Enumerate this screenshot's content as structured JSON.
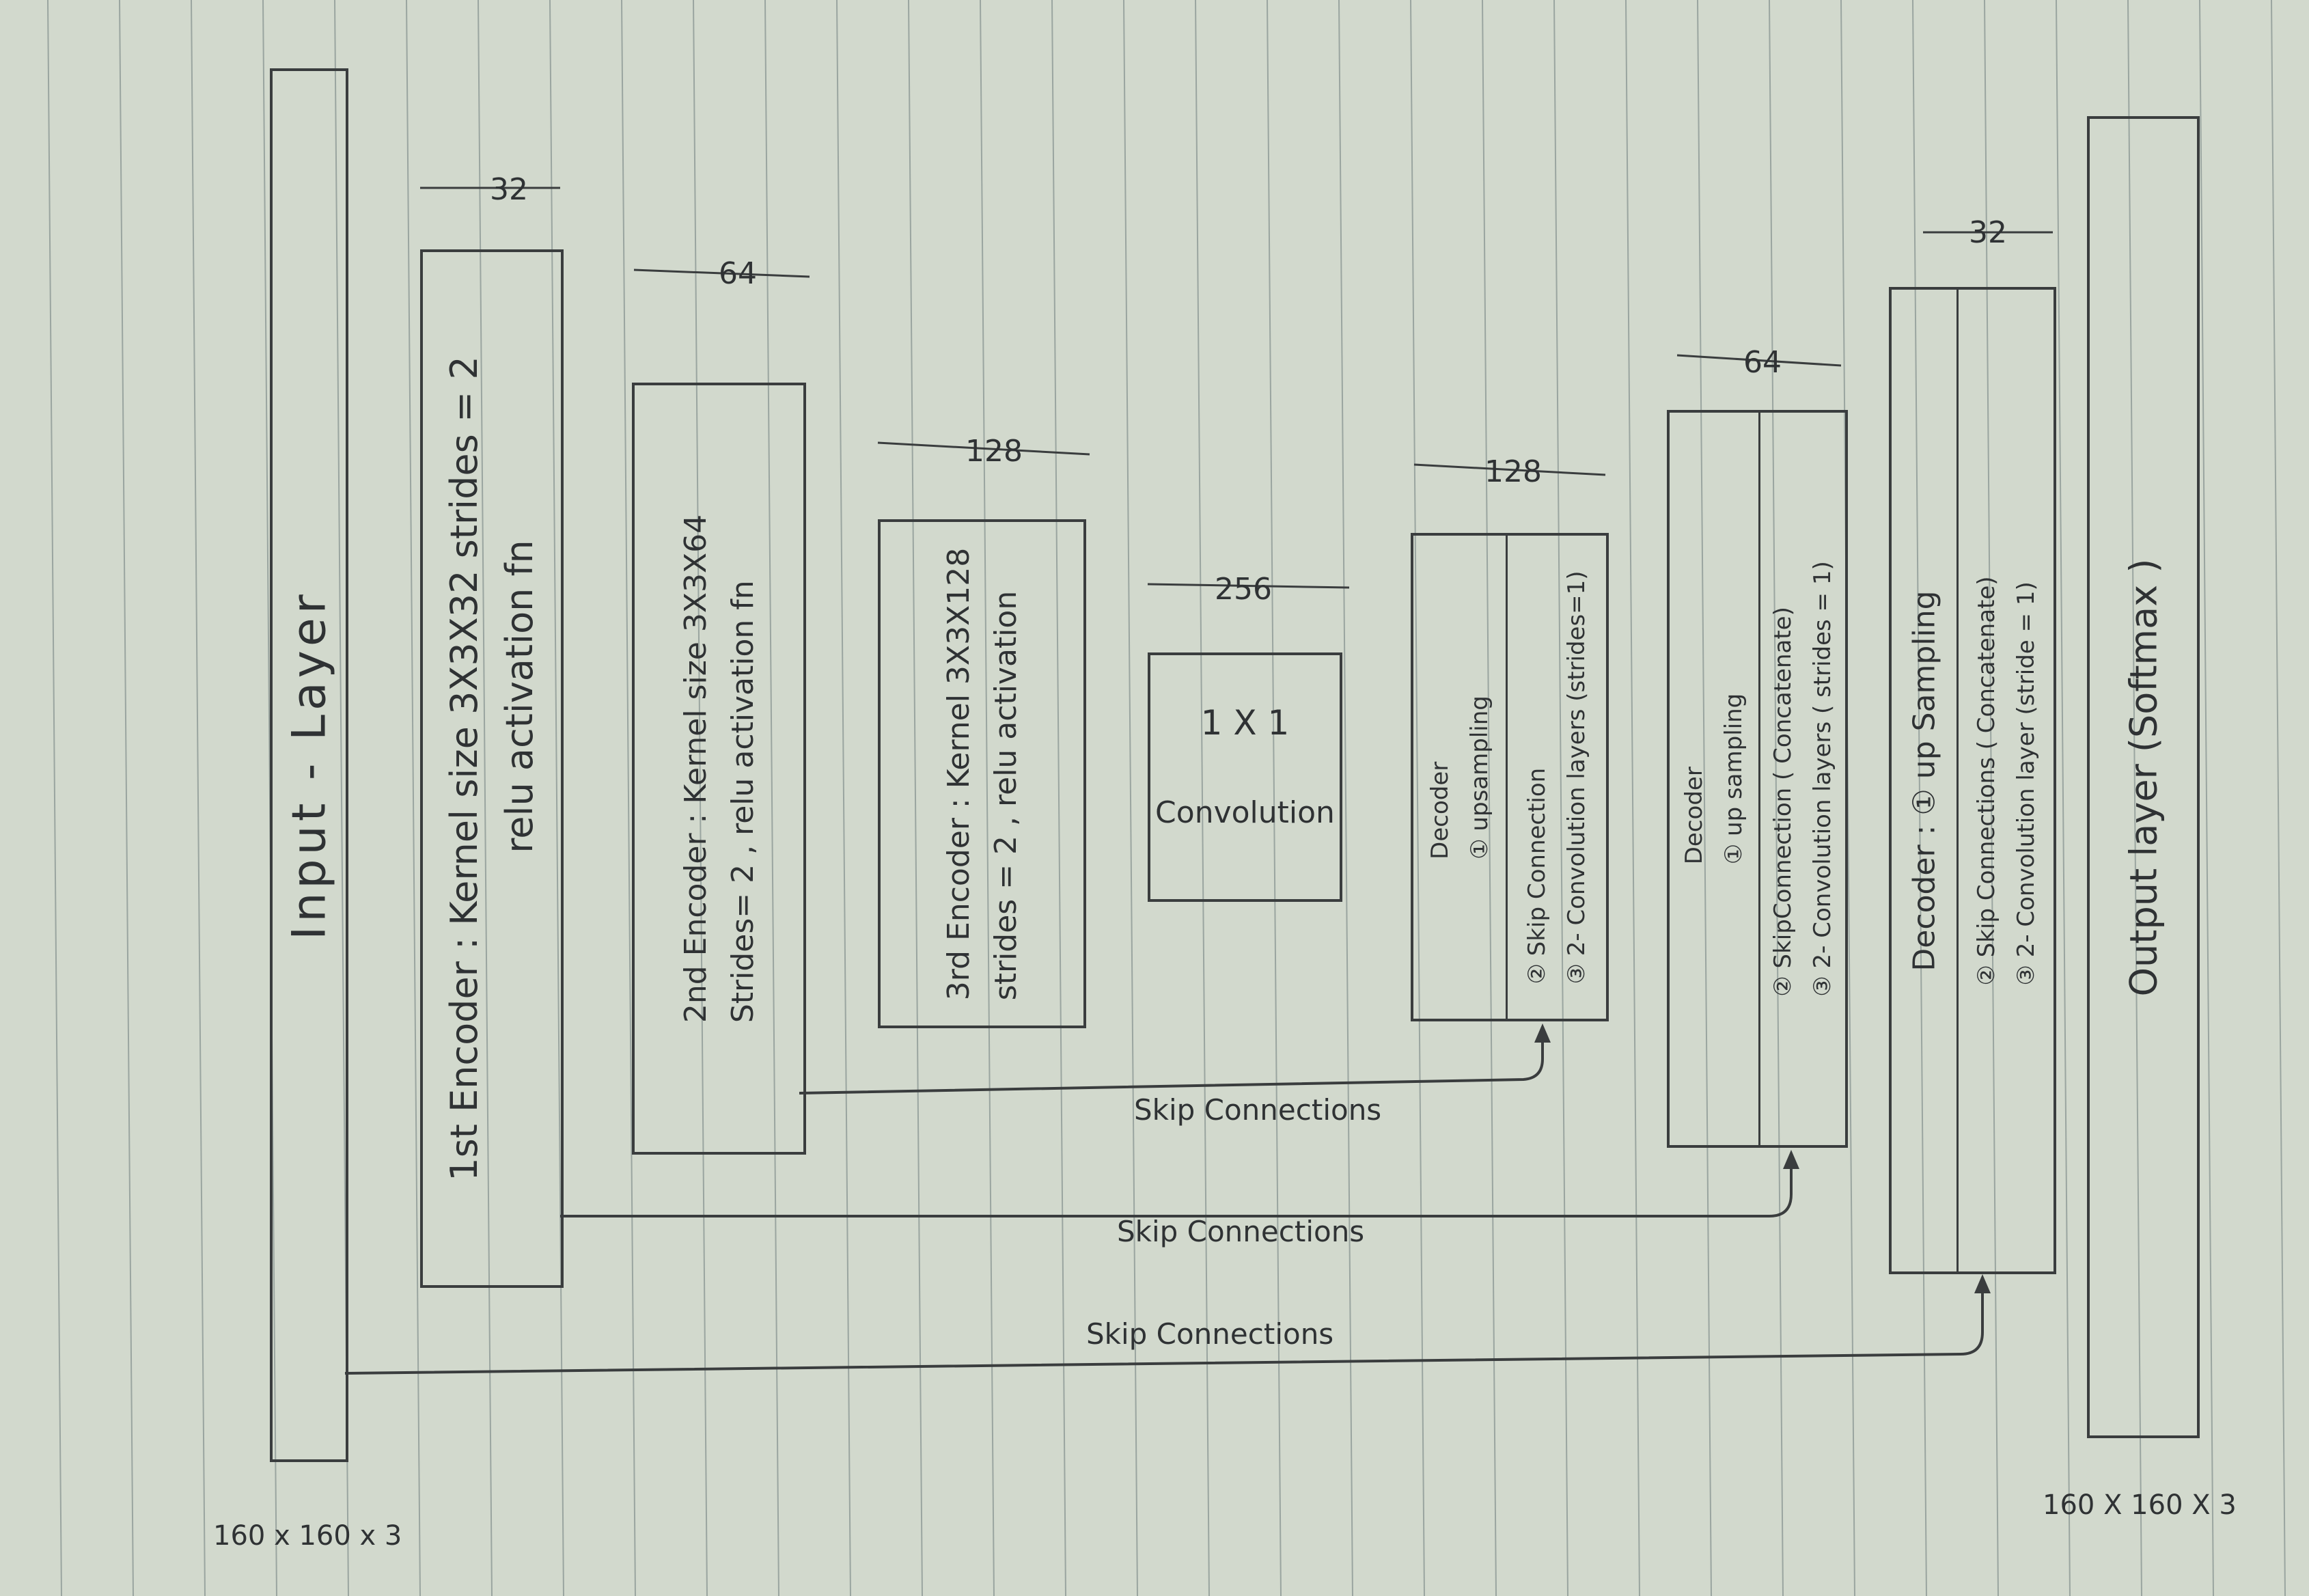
{
  "input_layer": {
    "label": "Input - Layer",
    "dims": "160 x 160 x 3"
  },
  "encoder1": {
    "line1": "1st Encoder :  Kernel size  3X3X32    strides = 2",
    "line2": "relu activation fn",
    "width_label": "32"
  },
  "encoder2": {
    "line1": "2nd Encoder :  Kernel size  3X3X64",
    "line2": "Strides= 2   ,   relu activation fn",
    "width_label": "64"
  },
  "encoder3": {
    "line1": "3rd Encoder :  Kernel  3X3X128",
    "line2": "strides = 2  ,  relu activation",
    "width_label": "128"
  },
  "bottleneck": {
    "line1": "1 X 1",
    "line2": "Convolution",
    "width_label": "256"
  },
  "decoder1": {
    "title": "Decoder",
    "item1": "① upsampling",
    "item2": "② Skip Connection",
    "item3": "③ 2- Convolution layers (strides=1)",
    "width_label": "128"
  },
  "decoder2": {
    "title": "Decoder",
    "item1": "① up sampling",
    "item2": "② SkipConnection  ( Concatenate)",
    "item3": "③ 2- Convolution layers ( strides = 1)",
    "width_label": "64"
  },
  "decoder3": {
    "title": "Decoder :  ① up Sampling",
    "item2": "② Skip Connections ( Concatenate)",
    "item3": "③ 2- Convolution layer  (stride = 1)",
    "width_label": "32"
  },
  "output_layer": {
    "label": "Output  layer   (Softmax )",
    "dims": "160 X 160 X 3"
  },
  "skip_connections": {
    "label1": "Skip Connections",
    "label2": "Skip Connections",
    "label3": "Skip Connections"
  },
  "colors": {
    "paper": "#d2d9cd",
    "ink": "#3a3d3e",
    "rule_line": "#9aa5a0"
  }
}
